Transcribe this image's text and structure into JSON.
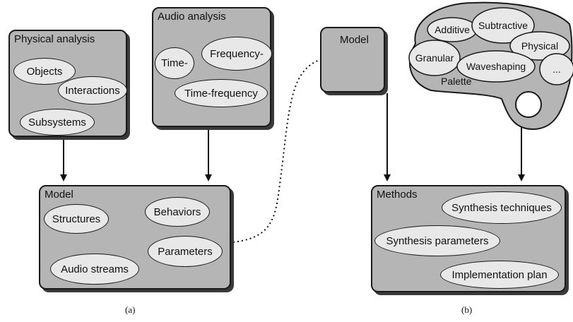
{
  "panel_a": {
    "physical_analysis": {
      "title": "Physical analysis",
      "items": [
        "Objects",
        "Interactions",
        "Subsystems"
      ]
    },
    "audio_analysis": {
      "title": "Audio analysis",
      "items": [
        "Time-",
        "Frequency-",
        "Time-frequency"
      ]
    },
    "model": {
      "title": "Model",
      "items": [
        "Structures",
        "Behaviors",
        "Parameters",
        "Audio streams"
      ]
    },
    "caption": "(a)"
  },
  "panel_b": {
    "model": {
      "title": "Model"
    },
    "palette": {
      "label": "Palette",
      "items": [
        "Additive",
        "Subtractive",
        "Granular",
        "Physical",
        "Waveshaping",
        "..."
      ]
    },
    "methods": {
      "title": "Methods",
      "items": [
        "Synthesis techniques",
        "Synthesis parameters",
        "Implementation plan"
      ]
    },
    "caption": "(b)"
  },
  "colors": {
    "box_fill": "#b5b5b5",
    "pill_fill": "#e8e8e8",
    "stroke": "#1a1a1a",
    "shadow": "#3a3a3a"
  }
}
